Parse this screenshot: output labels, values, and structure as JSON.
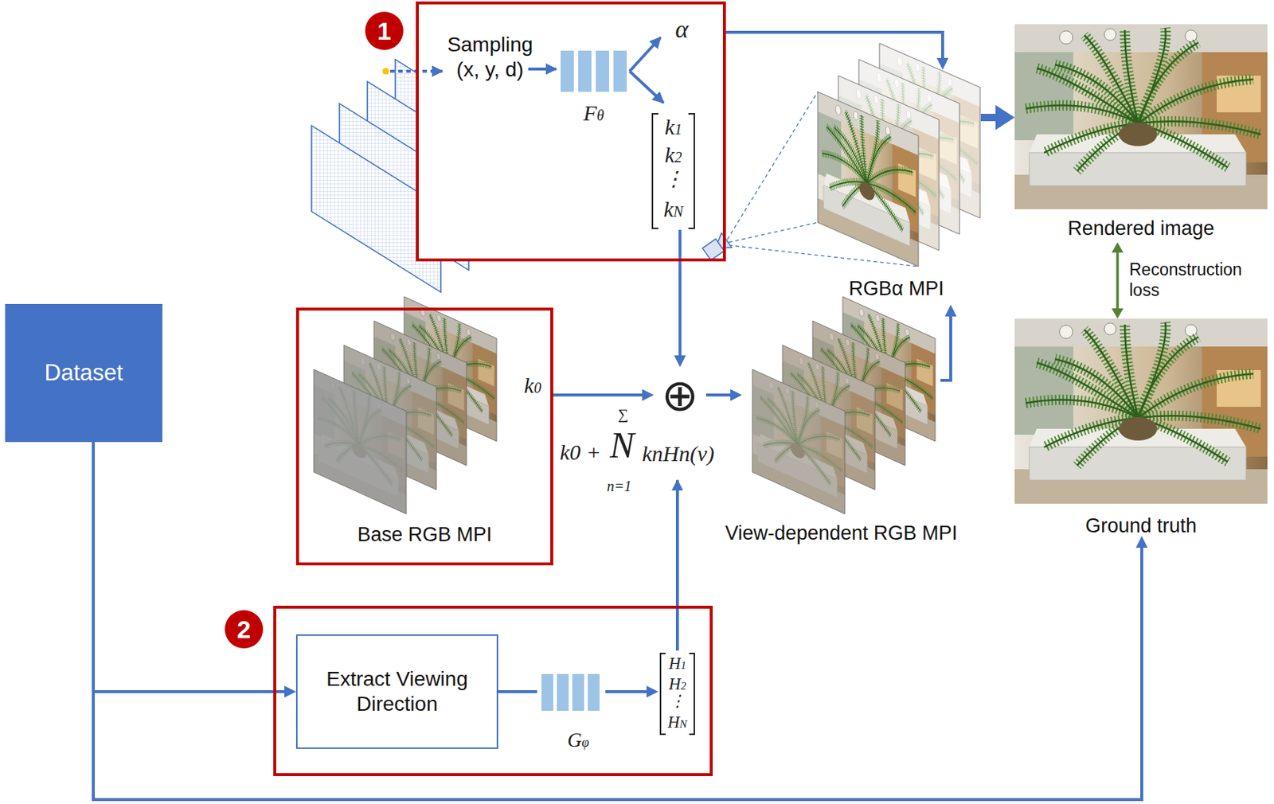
{
  "diagram": {
    "nodes": [
      {
        "text": [
          "Dataset"
        ]
      },
      {
        "text": [
          "Sampling (x, y, d)",
          "Fθ",
          "α"
        ]
      },
      {
        "text": [
          "k1",
          "k2",
          "⋮",
          "kN"
        ],
        "in": 1
      },
      {
        "text": [
          "Base RGB MPI",
          "k0"
        ]
      },
      {
        "text": [
          "⊕"
        ]
      },
      {
        "text": [
          "View-dependent RGB MPI"
        ]
      },
      {
        "text": [
          "RGBα MPI"
        ]
      },
      {
        "text": [
          "Rendered image"
        ]
      },
      {
        "text": [
          "Ground truth"
        ]
      },
      {
        "text": [
          "Gφ"
        ]
      },
      {
        "text": [
          "Extract Viewing Direction"
        ],
        "in": 9
      },
      {
        "text": [
          "H1",
          "H2",
          "⋮",
          "HN"
        ],
        "in": 9
      }
    ],
    "edges": [
      {
        "from": 2,
        "to": 4,
        "arrow": "to"
      },
      {
        "from": 3,
        "to": 4,
        "arrow": "to"
      },
      {
        "from": 4,
        "to": 5,
        "arrow": "to"
      },
      {
        "from": 5,
        "to": 6,
        "arrow": "to"
      },
      {
        "from": 6,
        "to": 7,
        "arrow": "to"
      },
      {
        "from": 1,
        "to": 6,
        "arrow": "to"
      },
      {
        "from": 7,
        "to": 8,
        "arrow": "both",
        "label": "Reconstruction loss"
      },
      {
        "from": 0,
        "to": 10,
        "arrow": "to"
      },
      {
        "from": 0,
        "to": 8,
        "arrow": "to"
      },
      {
        "from": 10,
        "to": 11,
        "arrow": "to"
      }
    ],
    "labels": [
      "1",
      "2",
      "k0 +",
      "N",
      "∑",
      "n=1",
      "knHn(v)"
    ]
  }
}
